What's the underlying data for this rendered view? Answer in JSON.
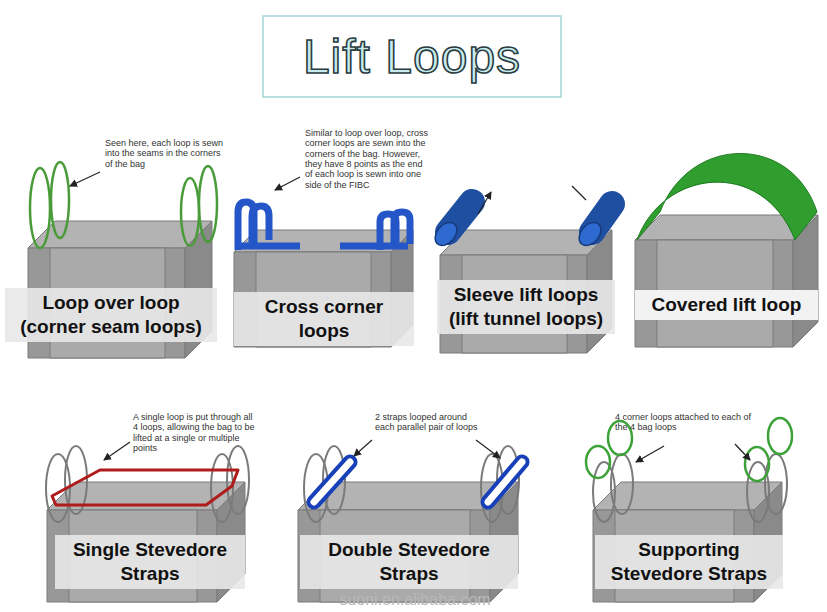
{
  "diagram": {
    "title": "Lift Loops",
    "nodes": [
      {
        "text": [
          "Loop over loop (corner seam loops)"
        ]
      },
      {
        "text": [
          "Cross corner loops"
        ]
      },
      {
        "text": [
          "Sleeve lift loops (lift tunnel loops)"
        ]
      },
      {
        "text": [
          "Covered lift loop"
        ]
      },
      {
        "text": [
          "Single Stevedore Straps"
        ]
      },
      {
        "text": [
          "Double Stevedore Straps"
        ]
      },
      {
        "text": [
          "Supporting Stevedore Straps"
        ]
      }
    ],
    "labels": [
      "Seen here, each loop is sewn into the seams in the corners of the bag",
      "Similar to loop over loop, cross corner loops are sewn into the corners of the bag. However, they have 8 points as the end of each loop is sewn into one side of the FIBC",
      "A single loop is put through all 4 loops, allowing the bag to be lifted at a single or multiple points",
      "2 straps looped around each parallel pair of loops",
      "4 corner loops attached to each of the 4 bag loops",
      "suoni.en.alibaba.com"
    ]
  }
}
